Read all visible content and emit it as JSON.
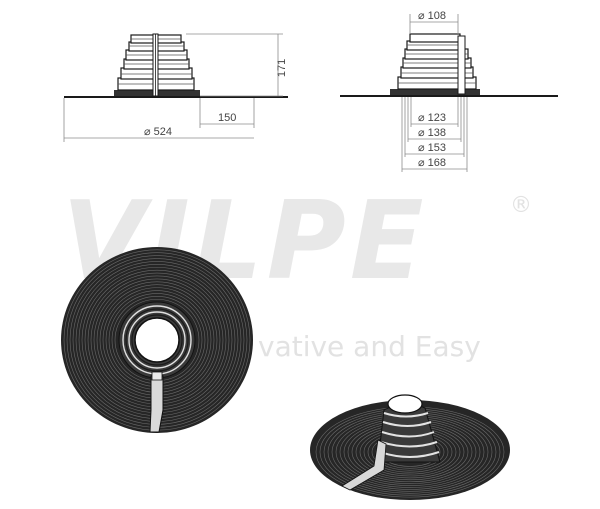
{
  "watermark": {
    "brand": "VILPE",
    "registered": "®",
    "tagline": "vative and Easy",
    "color": "#e6e6e6"
  },
  "side_view": {
    "height_label": "171",
    "flange_label": "150",
    "diameter_label": "⌀ 524"
  },
  "front_view": {
    "top_diameter": "⌀ 108",
    "step_diameters": [
      "⌀ 123",
      "⌀ 138",
      "⌀ 153",
      "⌀ 168"
    ]
  },
  "colors": {
    "ink": "#1a1a1a",
    "rubber": "#262626",
    "dim_line": "#8c8c8c"
  }
}
